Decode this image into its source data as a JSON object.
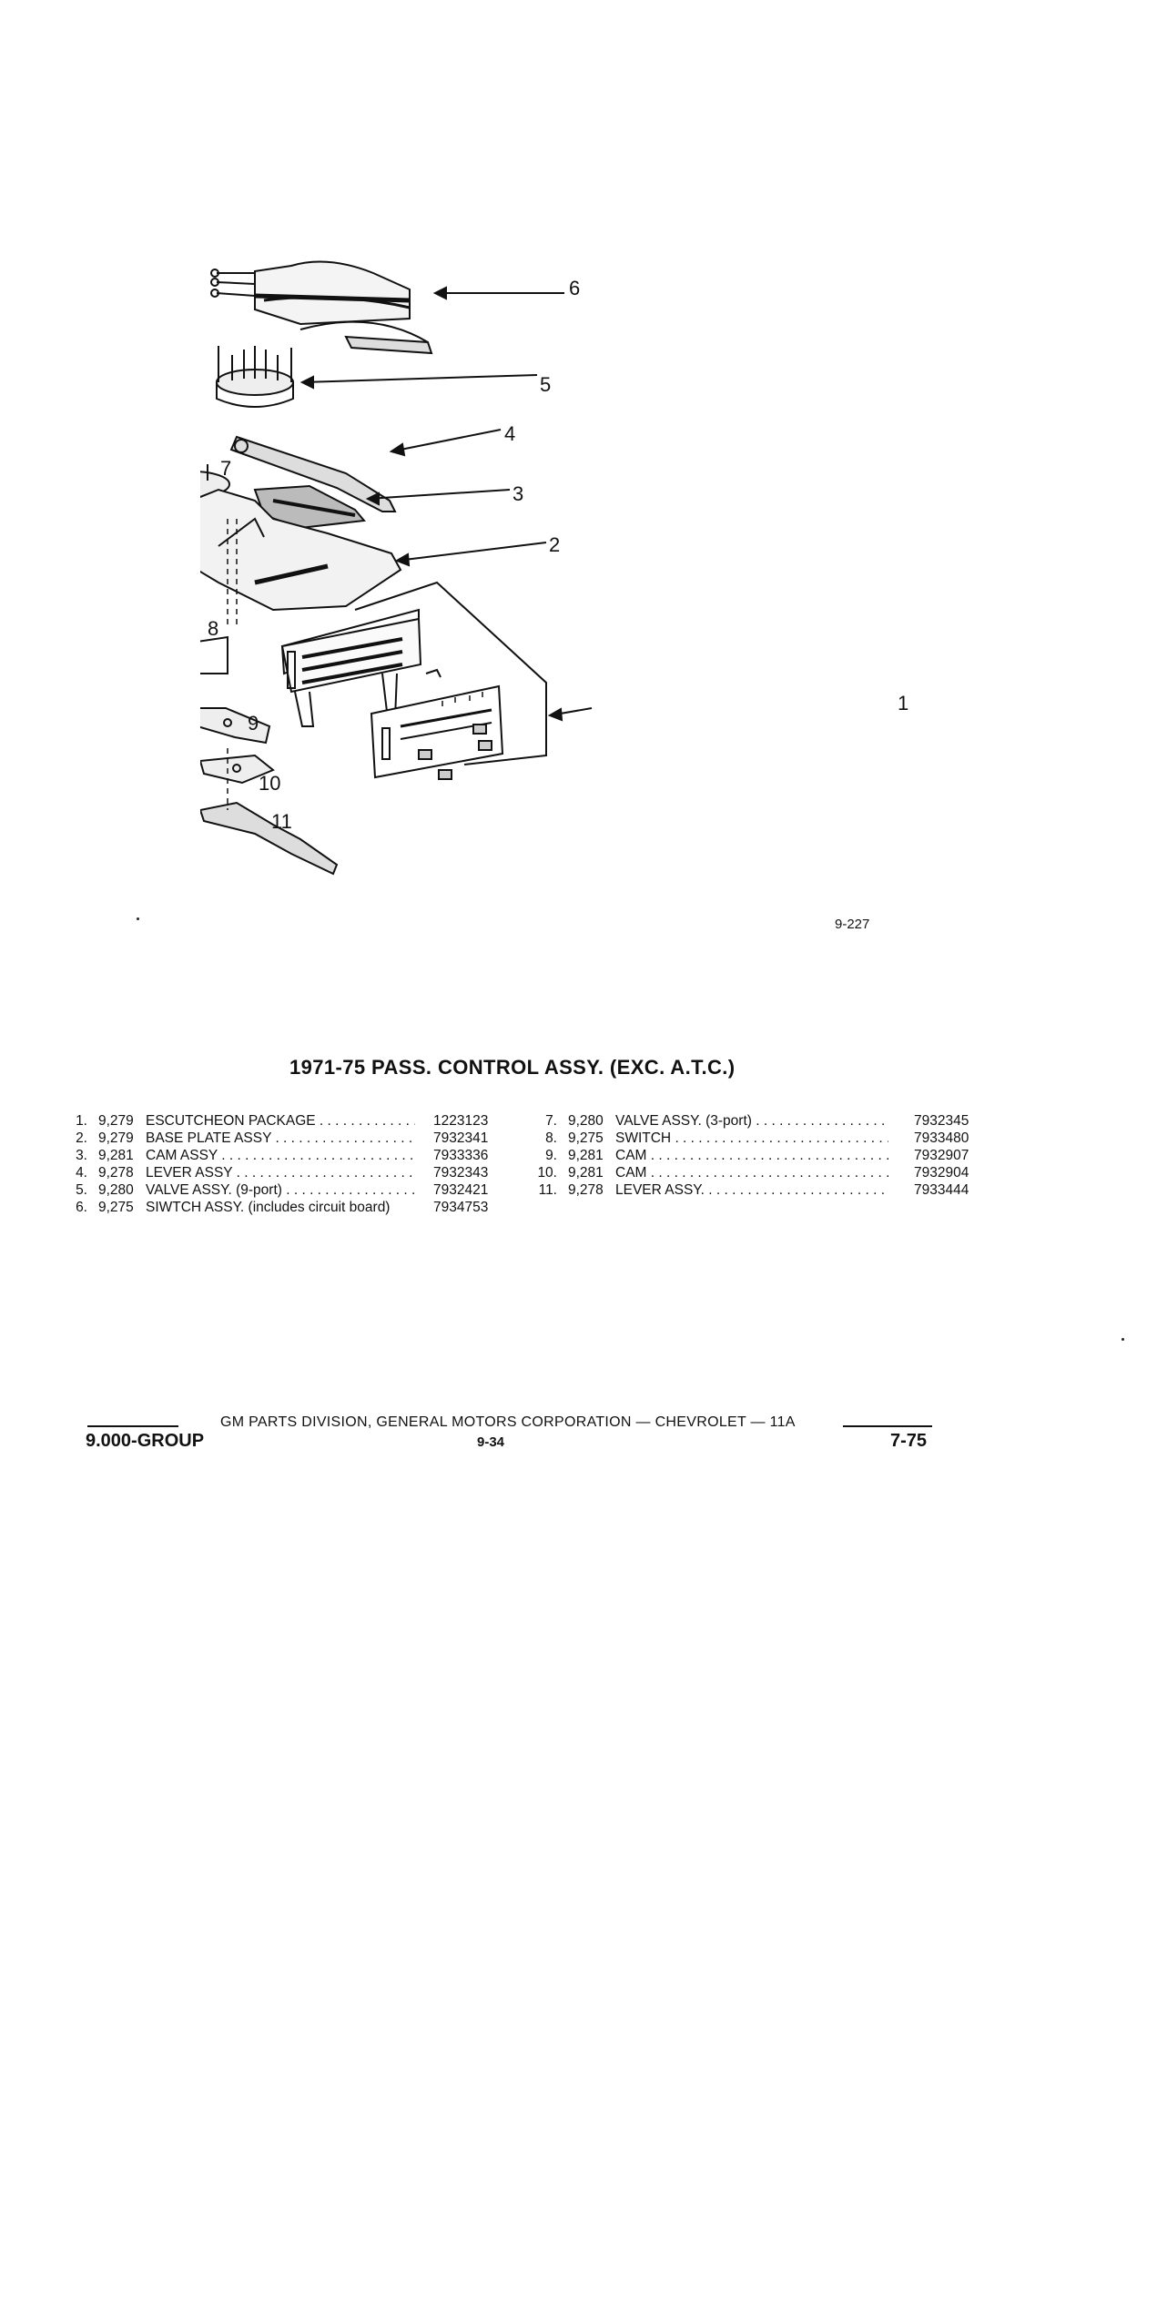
{
  "figure": {
    "code": "9-227",
    "callouts": [
      "1",
      "2",
      "3",
      "4",
      "5",
      "6",
      "7",
      "8",
      "9",
      "10",
      "11"
    ]
  },
  "title": "1971-75 PASS. CONTROL ASSY. (EXC. A.T.C.)",
  "parts_left": [
    {
      "num": "1.",
      "group": "9,279",
      "desc": "ESCUTCHEON PACKAGE",
      "leader": true,
      "part_no": "1223123"
    },
    {
      "num": "2.",
      "group": "9,279",
      "desc": "BASE PLATE ASSY",
      "leader": true,
      "part_no": "7932341"
    },
    {
      "num": "3.",
      "group": "9,281",
      "desc": "CAM ASSY",
      "leader": true,
      "part_no": "7933336"
    },
    {
      "num": "4.",
      "group": "9,278",
      "desc": "LEVER ASSY",
      "leader": true,
      "part_no": "7932343"
    },
    {
      "num": "5.",
      "group": "9,280",
      "desc": "VALVE ASSY. (9-port)",
      "leader": true,
      "part_no": "7932421"
    },
    {
      "num": "6.",
      "group": "9,275",
      "desc": "SIWTCH ASSY. (includes circuit board)",
      "leader": false,
      "part_no": "7934753"
    }
  ],
  "parts_right": [
    {
      "num": "7.",
      "group": "9,280",
      "desc": "VALVE ASSY. (3-port)",
      "leader": true,
      "part_no": "7932345"
    },
    {
      "num": "8.",
      "group": "9,275",
      "desc": "SWITCH",
      "leader": true,
      "part_no": "7933480"
    },
    {
      "num": "9.",
      "group": "9,281",
      "desc": "CAM",
      "leader": true,
      "part_no": "7932907"
    },
    {
      "num": "10.",
      "group": "9,281",
      "desc": "CAM",
      "leader": true,
      "part_no": "7932904"
    },
    {
      "num": "11.",
      "group": "9,278",
      "desc": "LEVER ASSY.",
      "leader": true,
      "part_no": "7933444"
    }
  ],
  "footer": {
    "publisher": "GM PARTS DIVISION, GENERAL MOTORS CORPORATION — CHEVROLET — 11A",
    "group": "9.000-GROUP",
    "page": "9-34",
    "date": "7-75"
  }
}
